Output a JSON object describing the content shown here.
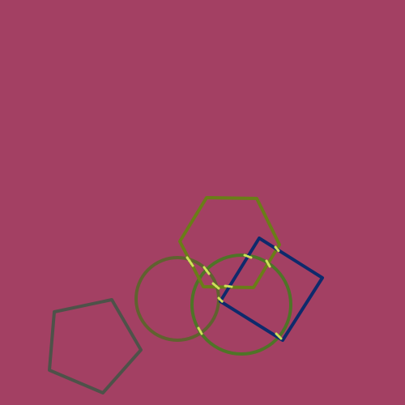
{
  "canvas": {
    "background": "#a34063"
  },
  "shapes": [
    {
      "name": "gray-pentagon",
      "kind": "pentagon",
      "stroke": "#4e5249"
    },
    {
      "name": "olive-circle-left",
      "kind": "circle",
      "stroke": "#60622f"
    },
    {
      "name": "green-circle-right",
      "kind": "circle",
      "stroke": "#4f7427"
    },
    {
      "name": "olive-hexagon",
      "kind": "hexagon",
      "stroke": "#6a7d18"
    },
    {
      "name": "navy-square",
      "kind": "square",
      "stroke": "#0e2a6c"
    }
  ],
  "intersection_marker_color": "#cfe15a"
}
